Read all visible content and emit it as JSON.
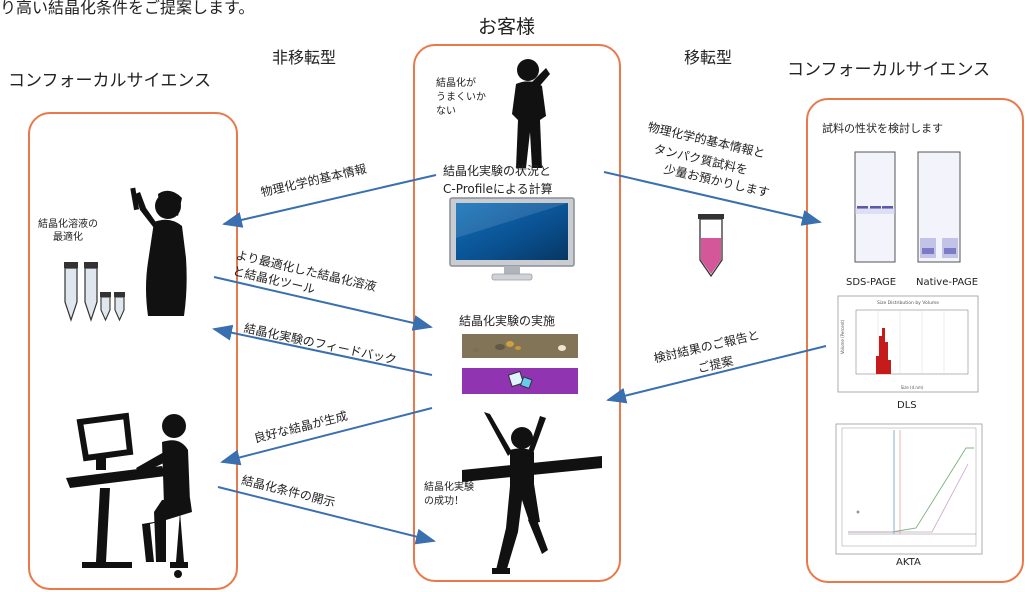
{
  "header": {
    "partial_text": "り高い結晶化条件をご提案します。"
  },
  "center_title": "お客様",
  "left": {
    "type_label": "非移転型",
    "company": "コンフォーカルサイエンス",
    "optimization_label": "結晶化溶液の\n最適化"
  },
  "right": {
    "type_label": "移転型",
    "company": "コンフォーカルサイエンス",
    "panel_title": "試料の性状を検討します",
    "gel1_caption": "SDS-PAGE",
    "gel2_caption": "Native-PAGE",
    "dls_caption": "DLS",
    "dls_plot": {
      "title": "Size Distribution by Volume",
      "ylabel": "Volume (Percent)",
      "xlabel": "Size (d.nm)"
    },
    "akta_caption": "AKTA"
  },
  "center": {
    "trouble_label": "結晶化が\nうまくいか\nない",
    "calc_label_line1": "結晶化実験の状況と",
    "calc_label_line2": "C-Profileによる計算",
    "experiment_label": "結晶化実験の実施",
    "success_label": "結晶化実験\nの成功！"
  },
  "arrows": {
    "physchem_left": "物理化学的基本情報",
    "optimized_solution_line1": "より最適化した結晶化溶液",
    "optimized_solution_line2": "と結晶化ツール",
    "feedback": "結晶化実験のフィードバック",
    "good_crystal": "良好な結晶が生成",
    "disclose": "結晶化条件の開示",
    "physchem_right_line1": "物理化学的基本情報と",
    "physchem_right_line2": "タンパク質試料を",
    "physchem_right_line3": "少量お預かりします",
    "report_line1": "検討結果のご報告と",
    "report_line2": "ご提案"
  },
  "colors": {
    "panel_border": "#e9794a",
    "arrow": "#3a6fb0",
    "silhouette": "#111111",
    "tube_fill": "#d4579a"
  }
}
